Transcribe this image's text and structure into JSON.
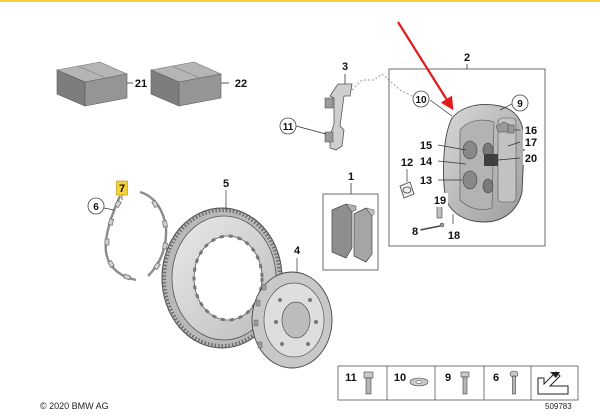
{
  "diagram": {
    "callouts": [
      {
        "id": "c21",
        "label": "21"
      },
      {
        "id": "c22",
        "label": "22"
      },
      {
        "id": "c3",
        "label": "3"
      },
      {
        "id": "c2",
        "label": "2"
      },
      {
        "id": "c10",
        "label": "10"
      },
      {
        "id": "c9",
        "label": "9"
      },
      {
        "id": "c11",
        "label": "11"
      },
      {
        "id": "c16",
        "label": "16"
      },
      {
        "id": "c15",
        "label": "15"
      },
      {
        "id": "c17",
        "label": "17"
      },
      {
        "id": "c14",
        "label": "14"
      },
      {
        "id": "c20",
        "label": "20"
      },
      {
        "id": "c12",
        "label": "12"
      },
      {
        "id": "c13",
        "label": "13"
      },
      {
        "id": "c1",
        "label": "1"
      },
      {
        "id": "c19",
        "label": "19"
      },
      {
        "id": "c8",
        "label": "8"
      },
      {
        "id": "c18",
        "label": "18"
      },
      {
        "id": "c7",
        "label": "7",
        "highlighted": true
      },
      {
        "id": "c5",
        "label": "5"
      },
      {
        "id": "c6",
        "label": "6"
      },
      {
        "id": "c4",
        "label": "4"
      }
    ],
    "legend": [
      {
        "label": "11",
        "icon": "bolt-flange-icon"
      },
      {
        "label": "10",
        "icon": "washer-icon"
      },
      {
        "label": "9",
        "icon": "bolt-icon"
      },
      {
        "label": "6",
        "icon": "screw-icon"
      },
      {
        "label": "",
        "icon": "arrow-tool-icon"
      }
    ],
    "highlight_color": "#f5d33a",
    "pointer_color": "#e01b1b"
  },
  "footer": {
    "copyright": "© 2020 BMW AG",
    "ref_number": "509783"
  }
}
